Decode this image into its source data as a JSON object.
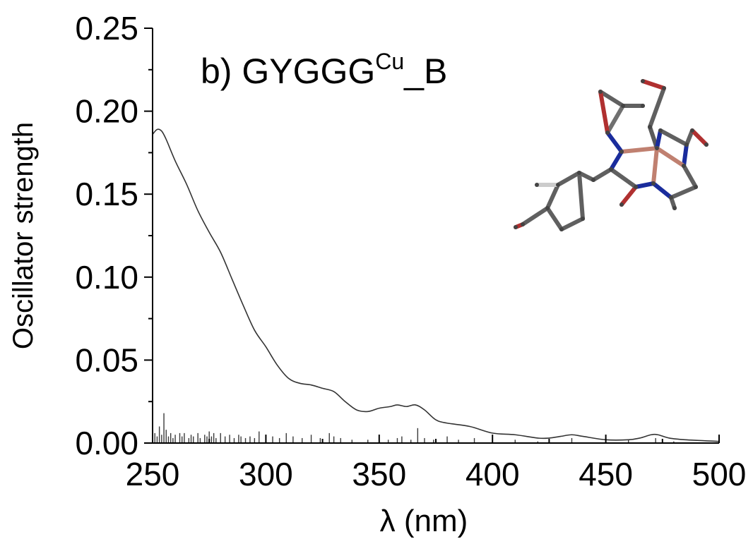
{
  "chart_data": {
    "type": "line",
    "panel_label": "b) GYGGG",
    "panel_label_sup": "Cu",
    "panel_label_suffix": "_B",
    "xlabel": "λ (nm)",
    "ylabel": "Oscillator strength",
    "xlim": [
      250,
      500
    ],
    "ylim": [
      0,
      0.25
    ],
    "x_ticks": [
      "250",
      "300",
      "350",
      "400",
      "450",
      "500"
    ],
    "y_ticks": [
      "0.00",
      "0.05",
      "0.10",
      "0.15",
      "0.20",
      "0.25"
    ],
    "grid": false,
    "series": [
      {
        "style": "line",
        "x": [
          250,
          252,
          254,
          256,
          260,
          265,
          270,
          275,
          280,
          285,
          290,
          295,
          300,
          305,
          310,
          315,
          320,
          325,
          330,
          335,
          340,
          345,
          350,
          355,
          358,
          362,
          366,
          370,
          375,
          380,
          390,
          400,
          410,
          420,
          425,
          430,
          435,
          440,
          450,
          460,
          465,
          470,
          473,
          478,
          485,
          500
        ],
        "y": [
          0.186,
          0.189,
          0.188,
          0.183,
          0.17,
          0.156,
          0.14,
          0.127,
          0.115,
          0.099,
          0.083,
          0.068,
          0.058,
          0.047,
          0.039,
          0.036,
          0.035,
          0.033,
          0.031,
          0.025,
          0.02,
          0.019,
          0.021,
          0.022,
          0.023,
          0.022,
          0.023,
          0.02,
          0.014,
          0.012,
          0.01,
          0.006,
          0.005,
          0.003,
          0.003,
          0.004,
          0.005,
          0.004,
          0.002,
          0.002,
          0.003,
          0.005,
          0.005,
          0.003,
          0.002,
          0.001
        ]
      },
      {
        "style": "sticks",
        "x": [
          251,
          252,
          253,
          254,
          255,
          256,
          257,
          258,
          259,
          260,
          262,
          263,
          264,
          266,
          267,
          268,
          270,
          271,
          273,
          274,
          275,
          276,
          277,
          278,
          280,
          282,
          284,
          286,
          288,
          289,
          291,
          293,
          295,
          297,
          300,
          303,
          306,
          309,
          312,
          316,
          320,
          324,
          328,
          330,
          333,
          338,
          345,
          350,
          354,
          358,
          360,
          364,
          367,
          370,
          374,
          380,
          385,
          392,
          400,
          410,
          420,
          435,
          450,
          460,
          472,
          480
        ],
        "y": [
          0.006,
          0.004,
          0.01,
          0.005,
          0.018,
          0.008,
          0.004,
          0.006,
          0.003,
          0.005,
          0.006,
          0.004,
          0.006,
          0.003,
          0.005,
          0.004,
          0.006,
          0.003,
          0.005,
          0.004,
          0.007,
          0.004,
          0.006,
          0.003,
          0.006,
          0.004,
          0.005,
          0.003,
          0.005,
          0.004,
          0.003,
          0.004,
          0.003,
          0.007,
          0.005,
          0.004,
          0.003,
          0.006,
          0.004,
          0.003,
          0.005,
          0.003,
          0.006,
          0.004,
          0.003,
          0.002,
          0.002,
          0.003,
          0.002,
          0.003,
          0.004,
          0.002,
          0.009,
          0.003,
          0.002,
          0.004,
          0.002,
          0.003,
          0.002,
          0.002,
          0.001,
          0.003,
          0.001,
          0.002,
          0.003,
          0.001
        ]
      }
    ]
  }
}
